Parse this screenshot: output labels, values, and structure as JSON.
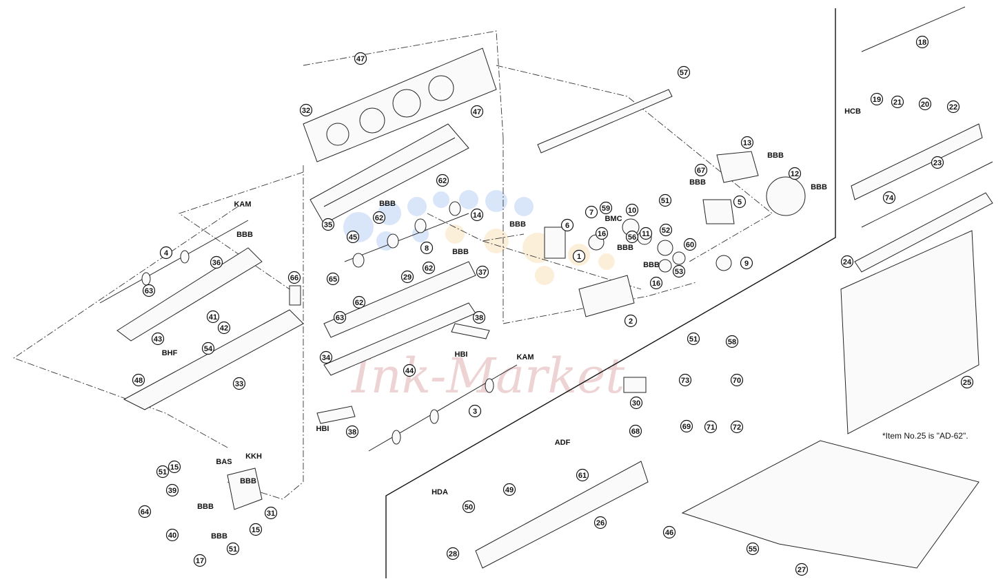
{
  "watermark": "Ink-Market",
  "note": "*Item No.25 is \"AD-62\".",
  "callouts": [
    "47",
    "47",
    "32",
    "57",
    "62",
    "35",
    "62",
    "14",
    "45",
    "4",
    "36",
    "63",
    "66",
    "41",
    "42",
    "43",
    "54",
    "48",
    "33",
    "65",
    "8",
    "62",
    "29",
    "37",
    "63",
    "62",
    "34",
    "44",
    "38",
    "38",
    "3",
    "6",
    "7",
    "59",
    "10",
    "51",
    "16",
    "56",
    "11",
    "52",
    "1",
    "60",
    "53",
    "9",
    "2",
    "16",
    "13",
    "12",
    "67",
    "5",
    "18",
    "19",
    "21",
    "20",
    "22",
    "23",
    "74",
    "24",
    "25",
    "51",
    "58",
    "73",
    "70",
    "30",
    "69",
    "71",
    "72",
    "68",
    "61",
    "49",
    "50",
    "28",
    "26",
    "46",
    "55",
    "27",
    "15",
    "51",
    "39",
    "64",
    "40",
    "31",
    "15",
    "51",
    "17"
  ],
  "codes": [
    "KAM",
    "BBB",
    "BBB",
    "BBB",
    "BBB",
    "BBB",
    "BMC",
    "BBB",
    "BBB",
    "BBB",
    "BBB",
    "BBB",
    "BBB",
    "HCB",
    "BHF",
    "HBI",
    "KAM",
    "HBI",
    "BAS",
    "KKH",
    "BBB",
    "ADF",
    "HDA"
  ]
}
